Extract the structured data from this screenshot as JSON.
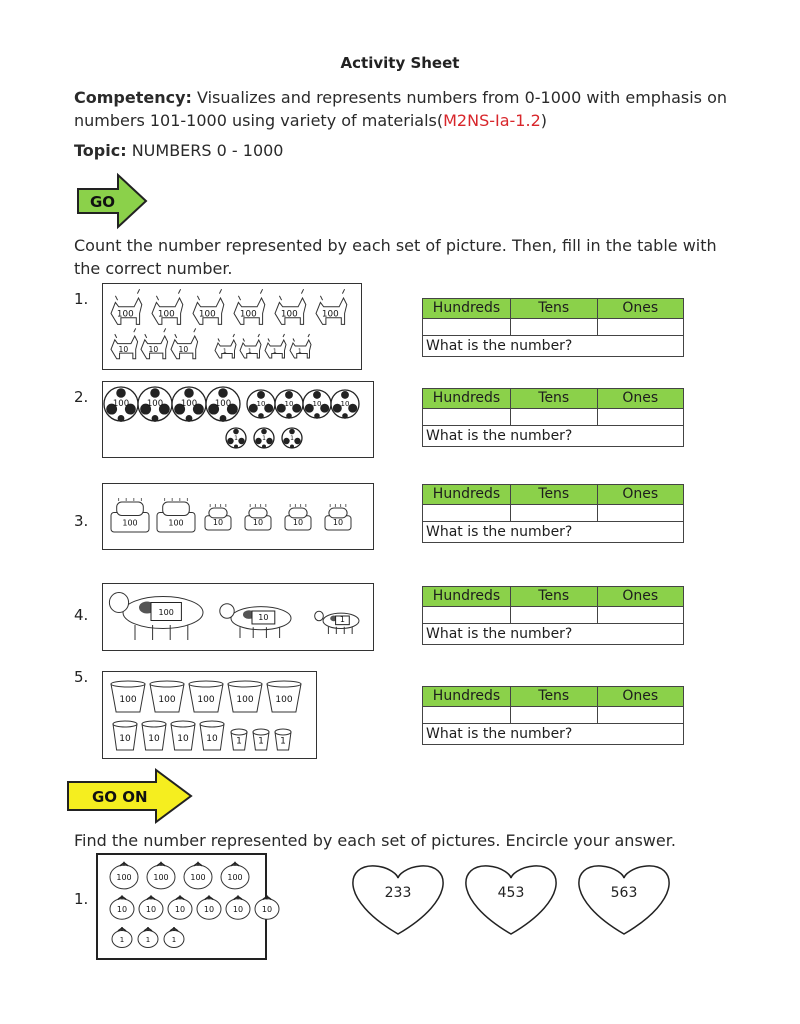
{
  "title": "Activity Sheet",
  "competency": {
    "label": "Competency:",
    "text1": "Visualizes and represents numbers from 0-1000 with emphasis on",
    "text2": "numbers 101-1000 using variety of materials(",
    "code": "M2NS-Ia-1.2",
    "close": ")"
  },
  "topic": {
    "label": "Topic:",
    "text": "NUMBERS 0 - 1000"
  },
  "go_arrow": {
    "label": "GO",
    "color": "#8bd14a"
  },
  "instructions1": {
    "line1": "Count the number represented by each set of picture. Then, fill in the table with",
    "line2": "the correct number."
  },
  "table": {
    "headers": [
      "Hundreds",
      "Tens",
      "Ones"
    ],
    "question": "What is the number?",
    "header_color": "#8bd14a"
  },
  "items": [
    {
      "num": "1.",
      "pictures": "goats",
      "labels": [
        "100",
        "100",
        "100",
        "100",
        "100",
        "100",
        "10",
        "10",
        "10",
        "1",
        "1",
        "1",
        "1"
      ]
    },
    {
      "num": "2.",
      "pictures": "soccer balls",
      "labels": [
        "100",
        "100",
        "100",
        "100",
        "10",
        "10",
        "10",
        "10",
        "1",
        "1",
        "1"
      ]
    },
    {
      "num": "3.",
      "pictures": "bread toasters",
      "labels": [
        "100",
        "100",
        "10",
        "10",
        "10",
        "10"
      ]
    },
    {
      "num": "4.",
      "pictures": "cows",
      "labels": [
        "100",
        "10",
        "1"
      ]
    },
    {
      "num": "5.",
      "pictures": "buckets",
      "labels": [
        "100",
        "100",
        "100",
        "100",
        "100",
        "10",
        "10",
        "10",
        "10",
        "1",
        "1",
        "1"
      ]
    }
  ],
  "go_on_arrow": {
    "label": "GO ON",
    "color": "#f5ee1f"
  },
  "instructions2": "Find the number represented by each set of pictures. Encircle your answer.",
  "part2_item": {
    "num": "1.",
    "labels": [
      "100",
      "100",
      "100",
      "100",
      "10",
      "10",
      "10",
      "10",
      "10",
      "10",
      "1",
      "1",
      "1"
    ],
    "choices": [
      "233",
      "453",
      "563"
    ]
  }
}
